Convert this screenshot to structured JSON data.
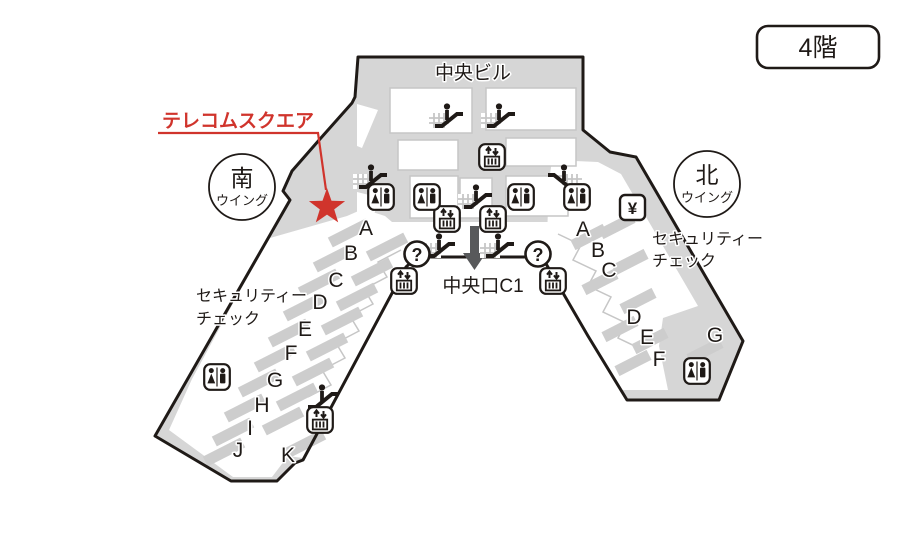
{
  "floor_badge": "4階",
  "central_building": {
    "label": "中央ビル"
  },
  "annotation": {
    "label": "テレコムスクエア"
  },
  "exit": {
    "label": "中央口C1"
  },
  "south_wing": {
    "name": "南",
    "type": "ウイング",
    "security_line1": "セキュリティー",
    "security_line2": "チェック",
    "counters": [
      "A",
      "B",
      "C",
      "D",
      "E",
      "F",
      "G",
      "H",
      "I",
      "J",
      "K"
    ]
  },
  "north_wing": {
    "name": "北",
    "type": "ウイング",
    "security_line1": "セキュリティー",
    "security_line2": "チェック",
    "counters": [
      "A",
      "B",
      "C",
      "D",
      "E",
      "F",
      "G"
    ]
  },
  "icons": {
    "information_glyph": "?",
    "currency_glyph": "¥",
    "names": [
      "toilet-icon",
      "escalator-icon",
      "elevator-icon",
      "information-icon",
      "currency-exchange-icon",
      "location-star-icon",
      "exit-arrow-icon"
    ]
  },
  "colors": {
    "highlight_red": "#d0342c",
    "map_gray": "#d6d6d6",
    "stripe_gray": "#cdcdcd",
    "outline_black": "#1f1a17",
    "arrow_gray": "#58595b"
  }
}
